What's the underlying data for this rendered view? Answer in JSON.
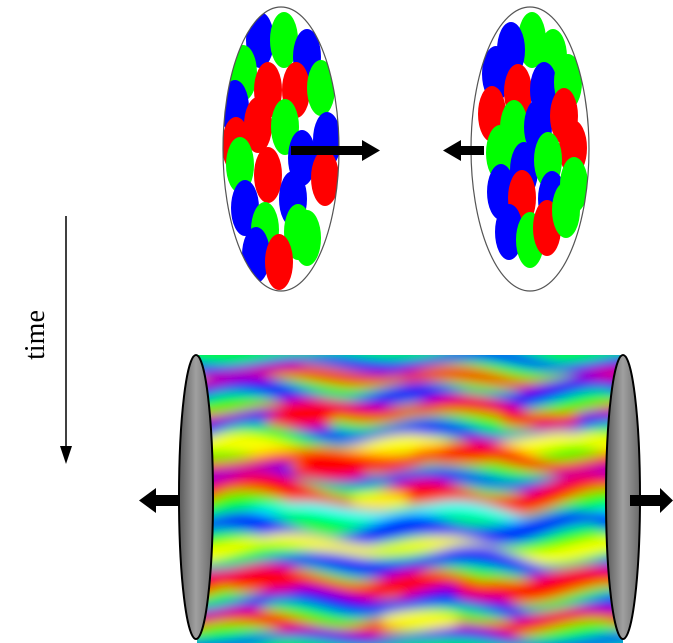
{
  "diagram": {
    "time_label": "time",
    "colors": {
      "red": "#ff0000",
      "green": "#00ff00",
      "blue": "#0000ff",
      "black": "#000000",
      "gray": "#808080",
      "outline": "#555555",
      "background": "#ffffff"
    },
    "left_nucleus": {
      "nucleon_colors": [
        "blue",
        "green",
        "blue",
        "green",
        "red",
        "red",
        "green",
        "blue",
        "red",
        "green",
        "red",
        "blue",
        "blue",
        "green",
        "red",
        "blue",
        "red",
        "blue",
        "green",
        "green",
        "blue",
        "red",
        "green"
      ],
      "arrow_direction": "right"
    },
    "right_nucleus": {
      "nucleon_colors": [
        "green",
        "blue",
        "green",
        "blue",
        "red",
        "blue",
        "green",
        "red",
        "green",
        "blue",
        "red",
        "green",
        "blue",
        "red",
        "green",
        "blue",
        "red",
        "blue",
        "green",
        "blue",
        "green",
        "red",
        "green"
      ],
      "arrow_direction": "left"
    },
    "flux_tube": {
      "left_cap_arrow": "left",
      "right_cap_arrow": "right",
      "color_scale": [
        "#0000ff",
        "#00ffff",
        "#00ff00",
        "#ffff00",
        "#ff0000"
      ]
    }
  }
}
